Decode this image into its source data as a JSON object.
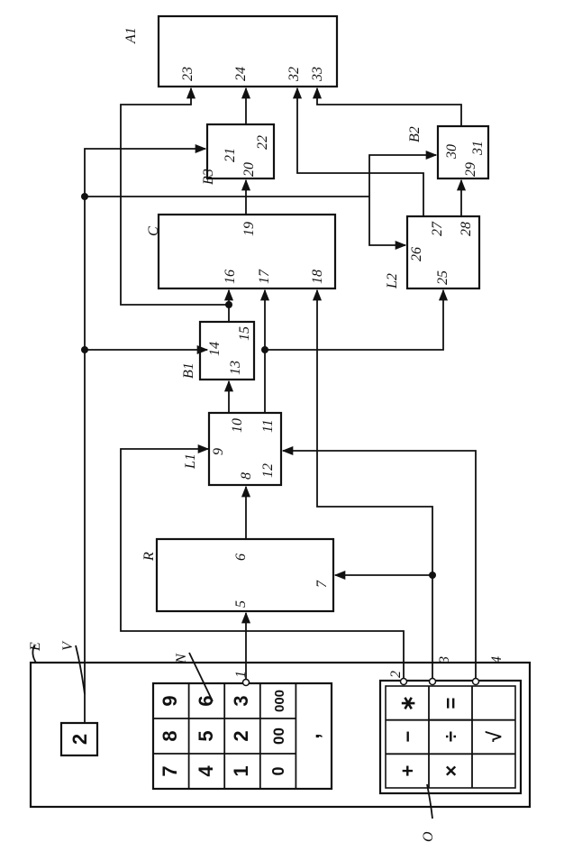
{
  "blocks": {
    "A1": {
      "name": "A1",
      "ports": [
        "23",
        "24",
        "32",
        "33"
      ]
    },
    "B3": {
      "name": "B3",
      "ports": [
        "21",
        "22",
        "20"
      ]
    },
    "B2": {
      "name": "B2",
      "ports": [
        "30",
        "31",
        "29"
      ]
    },
    "C": {
      "name": "C",
      "ports": [
        "19",
        "16",
        "17",
        "18"
      ]
    },
    "L2": {
      "name": "L2",
      "ports": [
        "26",
        "27",
        "28",
        "25"
      ]
    },
    "B1": {
      "name": "B1",
      "ports": [
        "14",
        "15",
        "13"
      ]
    },
    "L1": {
      "name": "L1",
      "ports": [
        "9",
        "10",
        "11",
        "8",
        "12"
      ]
    },
    "R": {
      "name": "R",
      "ports": [
        "6",
        "5",
        "7"
      ]
    }
  },
  "device": {
    "E": "E",
    "V": "V",
    "N": "N",
    "O": "O",
    "display_value": "2",
    "input_numbers": [
      "1",
      "2",
      "3",
      "4"
    ]
  },
  "keypad_digits": [
    [
      "7",
      "8",
      "9"
    ],
    [
      "4",
      "5",
      "6"
    ],
    [
      "1",
      "2",
      "3"
    ],
    [
      "0",
      "00",
      "000"
    ]
  ],
  "keypad_comma": ",",
  "op_keys": [
    [
      "+",
      "−",
      "∗"
    ],
    [
      "×",
      "÷",
      "="
    ],
    [
      "",
      "√",
      ""
    ]
  ]
}
